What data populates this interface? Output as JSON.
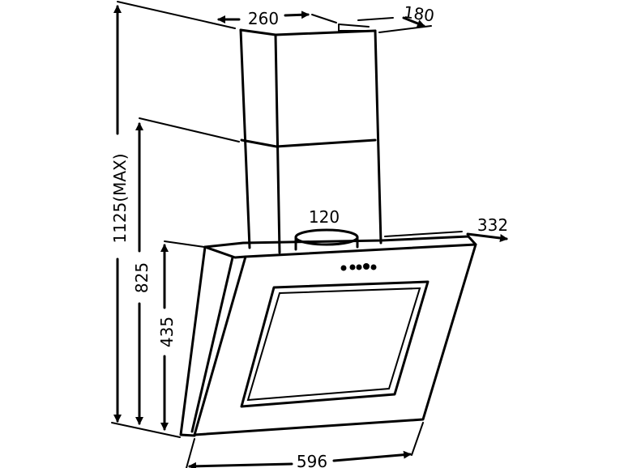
{
  "diagram": {
    "subject": "cooker-hood",
    "dimensions": {
      "total_height": "1125(MAX)",
      "height_min": "825",
      "hood_height": "435",
      "chimney_width": "260",
      "chimney_depth": "180",
      "duct_diameter": "120",
      "hood_depth": "332",
      "hood_width": "596"
    },
    "line_color": "#000000",
    "background": "#ffffff"
  }
}
